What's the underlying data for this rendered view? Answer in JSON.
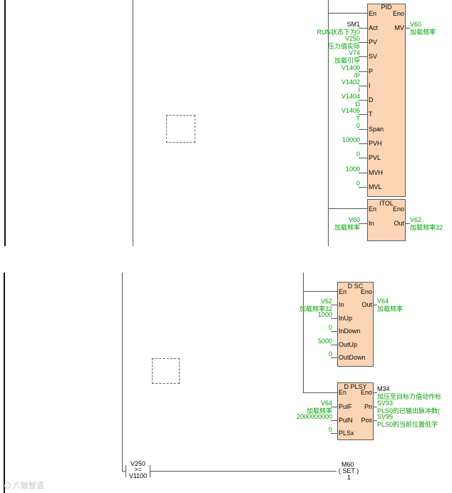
{
  "rung_top": {
    "pid": {
      "title": "PID",
      "en": "En",
      "eno": "Eno",
      "inputs": [
        {
          "pin": "Act",
          "operand": "SM1",
          "comment": "RUN状态下为0"
        },
        {
          "pin": "PV",
          "operand": "V250",
          "comment": "压力值实际"
        },
        {
          "pin": "SV",
          "operand": "V74",
          "comment": "加载引导"
        },
        {
          "pin": "P",
          "operand": "V1400",
          "comment": "/P"
        },
        {
          "pin": "I",
          "operand": "V1402",
          "comment": "I"
        },
        {
          "pin": "D",
          "operand": "V1404",
          "comment": "D"
        },
        {
          "pin": "T",
          "operand": "V1406",
          "comment": "T"
        },
        {
          "pin": "Span",
          "operand": "0"
        },
        {
          "pin": "PVH",
          "operand": "10000"
        },
        {
          "pin": "PVL",
          "operand": "0"
        },
        {
          "pin": "MVH",
          "operand": "1000"
        },
        {
          "pin": "MVL",
          "operand": "0"
        }
      ],
      "outputs": [
        {
          "pin": "MV",
          "operand": "V60",
          "comment": "加载频率"
        }
      ]
    },
    "itol": {
      "title": "ITOL",
      "en": "En",
      "eno": "Eno",
      "inputs": [
        {
          "pin": "In",
          "operand": "V60",
          "comment": "加载频率"
        }
      ],
      "outputs": [
        {
          "pin": "Out",
          "operand": "V62",
          "comment": "加载频率32"
        }
      ]
    }
  },
  "rung_bottom": {
    "dsc": {
      "title": "D SC",
      "en": "En",
      "eno": "Eno",
      "inputs": [
        {
          "pin": "In",
          "operand": "V62",
          "comment": "加载频率32"
        },
        {
          "pin": "InUp",
          "operand": "1000"
        },
        {
          "pin": "InDown",
          "operand": "0"
        },
        {
          "pin": "OutUp",
          "operand": "5000"
        },
        {
          "pin": "OutDown",
          "operand": "0"
        }
      ],
      "outputs": [
        {
          "pin": "Out",
          "operand": "V64",
          "comment": "加载频率"
        }
      ]
    },
    "dplsy": {
      "title": "D PLSY",
      "en": "En",
      "eno": "Eno",
      "eno_output": {
        "operand": "M34",
        "comment": "加压至目标力值动作标"
      },
      "inputs": [
        {
          "pin": "PulF",
          "operand": "V64",
          "comment": "加载频率"
        },
        {
          "pin": "PulN",
          "operand": "2000000000"
        },
        {
          "pin": "PLSx",
          "operand": "0"
        }
      ],
      "outputs": [
        {
          "pin": "Pn",
          "operand": "SV93",
          "comment": "PLS0的已输出脉冲数("
        },
        {
          "pin": "Pos",
          "operand": "SV95",
          "comment": "PLS0的当前位置低字"
        }
      ]
    }
  },
  "rung_compare": {
    "contact": {
      "operand1": "V250",
      "operator": ">=",
      "operand2": "V1100"
    },
    "coil": {
      "operand": "M60",
      "instruction": "( SET )",
      "count": "1"
    }
  },
  "watermark": "六敏智造",
  "colors": {
    "block_fill": "#fbd5b4",
    "label_green": "#00a000",
    "wire": "#555555",
    "rail": "#111111"
  }
}
